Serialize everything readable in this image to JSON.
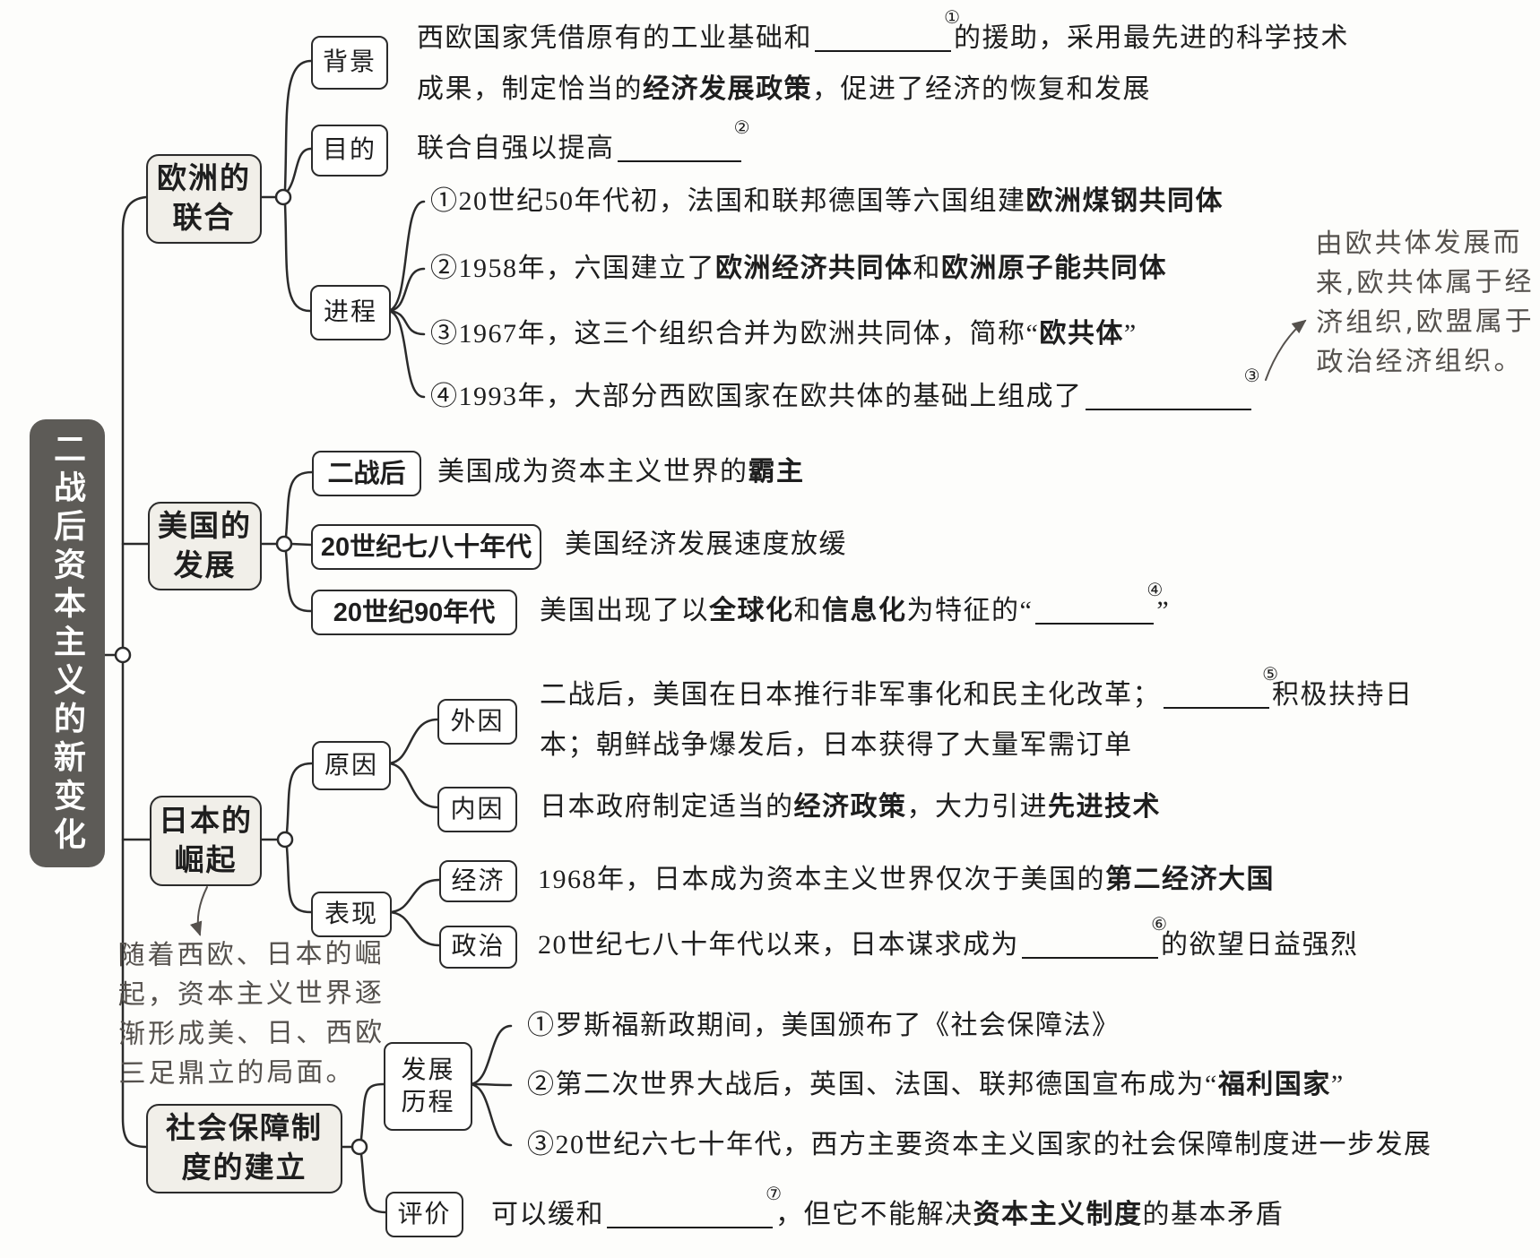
{
  "title": {
    "text": "二战后资本主义的新变化"
  },
  "europe": {
    "label_lines": [
      "欧洲的",
      "联合"
    ],
    "background": {
      "label": "背景",
      "line1": [
        {
          "text": "西欧国家凭借原有的工业基础和"
        },
        {
          "blank": 152,
          "sup": "①"
        },
        {
          "text": "的援助，采用最先进的科学技术"
        }
      ],
      "line2": [
        {
          "text": "成果，制定恰当的"
        },
        {
          "text": "经济发展政策",
          "bold": true
        },
        {
          "text": "，促进了经济的恢复和发展"
        }
      ]
    },
    "purpose": {
      "label": "目的",
      "line": [
        {
          "text": "联合自强以提高"
        },
        {
          "blank": 138,
          "sup": "②"
        }
      ]
    },
    "process": {
      "label": "进程",
      "item1": [
        {
          "text": "①20世纪50年代初，法国和联邦德国等六国组建"
        },
        {
          "text": "欧洲煤钢共同体",
          "bold": true
        }
      ],
      "item2": [
        {
          "text": "②1958年，六国建立了"
        },
        {
          "text": "欧洲经济共同体",
          "bold": true
        },
        {
          "text": "和"
        },
        {
          "text": "欧洲原子能共同体",
          "bold": true
        }
      ],
      "item3": [
        {
          "text": "③1967年，这三个组织合并为欧洲共同体，简称“"
        },
        {
          "text": "欧共体",
          "bold": true
        },
        {
          "text": "”"
        }
      ],
      "item4": [
        {
          "text": "④1993年，大部分西欧国家在欧共体的基础上组成了"
        },
        {
          "blank": 185,
          "sup": "③"
        }
      ]
    },
    "annotation": {
      "line1": "由欧共体发展而",
      "line2": "来,欧共体属于经",
      "line3": "济组织,欧盟属于",
      "line4": "政治经济组织。"
    }
  },
  "usa": {
    "label_lines": [
      "美国的",
      "发展"
    ],
    "row1": {
      "label": "二战后",
      "segments": [
        {
          "text": "美国成为资本主义世界的"
        },
        {
          "text": "霸主",
          "bold": true
        }
      ]
    },
    "row2": {
      "label": "20世纪七八十年代",
      "segments": [
        {
          "text": "美国经济发展速度放缓"
        }
      ]
    },
    "row3": {
      "label": "20世纪90年代",
      "segments": [
        {
          "text": "美国出现了以"
        },
        {
          "text": "全球化",
          "bold": true
        },
        {
          "text": "和"
        },
        {
          "text": "信息化",
          "bold": true
        },
        {
          "text": "为特征的“"
        },
        {
          "blank": 132,
          "sup": "④"
        },
        {
          "text": "”"
        }
      ]
    }
  },
  "japan": {
    "label_lines": [
      "日本的",
      "崛起"
    ],
    "cause": {
      "label": "原因",
      "external": {
        "label": "外因",
        "line1": [
          {
            "text": "二战后，美国在日本推行非军事化和民主化改革；"
          },
          {
            "blank": 118,
            "sup": "⑤"
          },
          {
            "text": "积极扶持日"
          }
        ],
        "line2": [
          {
            "text": "本；朝鲜战争爆发后，日本获得了大量军需订单"
          }
        ]
      },
      "internal": {
        "label": "内因",
        "segments": [
          {
            "text": "日本政府制定适当的"
          },
          {
            "text": "经济政策",
            "bold": true
          },
          {
            "text": "，大力引进"
          },
          {
            "text": "先进技术",
            "bold": true
          }
        ]
      }
    },
    "manifestation": {
      "label": "表现",
      "economy": {
        "label": "经济",
        "segments": [
          {
            "text": "1968年，日本成为资本主义世界仅次于美国的"
          },
          {
            "text": "第二经济大国",
            "bold": true
          }
        ]
      },
      "politics": {
        "label": "政治",
        "segments": [
          {
            "text": "20世纪七八十年代以来，日本谋求成为"
          },
          {
            "blank": 152,
            "sup": "⑥"
          },
          {
            "text": "的欲望日益强烈"
          }
        ]
      }
    },
    "annotation": {
      "line1": "随着西欧、日本的崛",
      "line2": "起，资本主义世界逐",
      "line3": "渐形成美、日、西欧",
      "line4": "三足鼎立的局面。"
    }
  },
  "social": {
    "label_lines": [
      "社会保障制",
      "度的建立"
    ],
    "history": {
      "label_lines": [
        "发展",
        "历程"
      ],
      "item1": [
        {
          "text": "①罗斯福新政期间，美国颁布了《社会保障法》"
        }
      ],
      "item2": [
        {
          "text": "②第二次世界大战后，英国、法国、联邦德国宣布成为“"
        },
        {
          "text": "福利国家",
          "bold": true
        },
        {
          "text": "”"
        }
      ],
      "item3": [
        {
          "text": "③20世纪六七十年代，西方主要资本主义国家的社会保障制度进一步发展"
        }
      ]
    },
    "evaluation": {
      "label": "评价",
      "segments": [
        {
          "text": "可以缓和"
        },
        {
          "blank": 185,
          "sup": "⑦"
        },
        {
          "text": "，但它不能解决"
        },
        {
          "text": "资本主义制度",
          "bold": true
        },
        {
          "text": "的基本矛盾"
        }
      ]
    }
  }
}
